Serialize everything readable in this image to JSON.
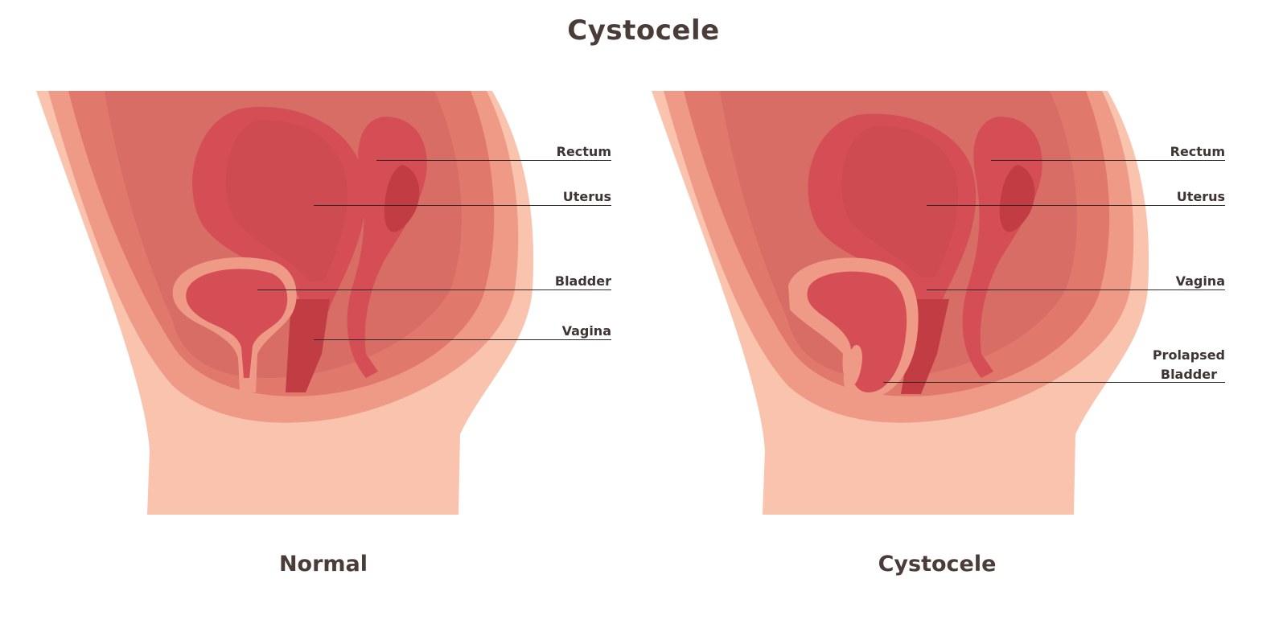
{
  "title": "Cystocele",
  "panels": {
    "normal": {
      "caption": "Normal",
      "labels": {
        "rectum": "Rectum",
        "uterus": "Uterus",
        "bladder": "Bladder",
        "vagina": "Vagina"
      }
    },
    "cystocele": {
      "caption": "Cystocele",
      "labels": {
        "rectum": "Rectum",
        "uterus": "Uterus",
        "vagina": "Vagina",
        "prolapsed_bladder_line1": "Prolapsed",
        "prolapsed_bladder_line2": "Bladder"
      }
    }
  },
  "colors": {
    "skin": "#f9c3ae",
    "tissue_light": "#ef9a86",
    "tissue_mid": "#e1786c",
    "cavity": "#d36a62",
    "organ": "#d54e55",
    "organ_dark": "#c23c44",
    "text": "#4a3c38"
  }
}
